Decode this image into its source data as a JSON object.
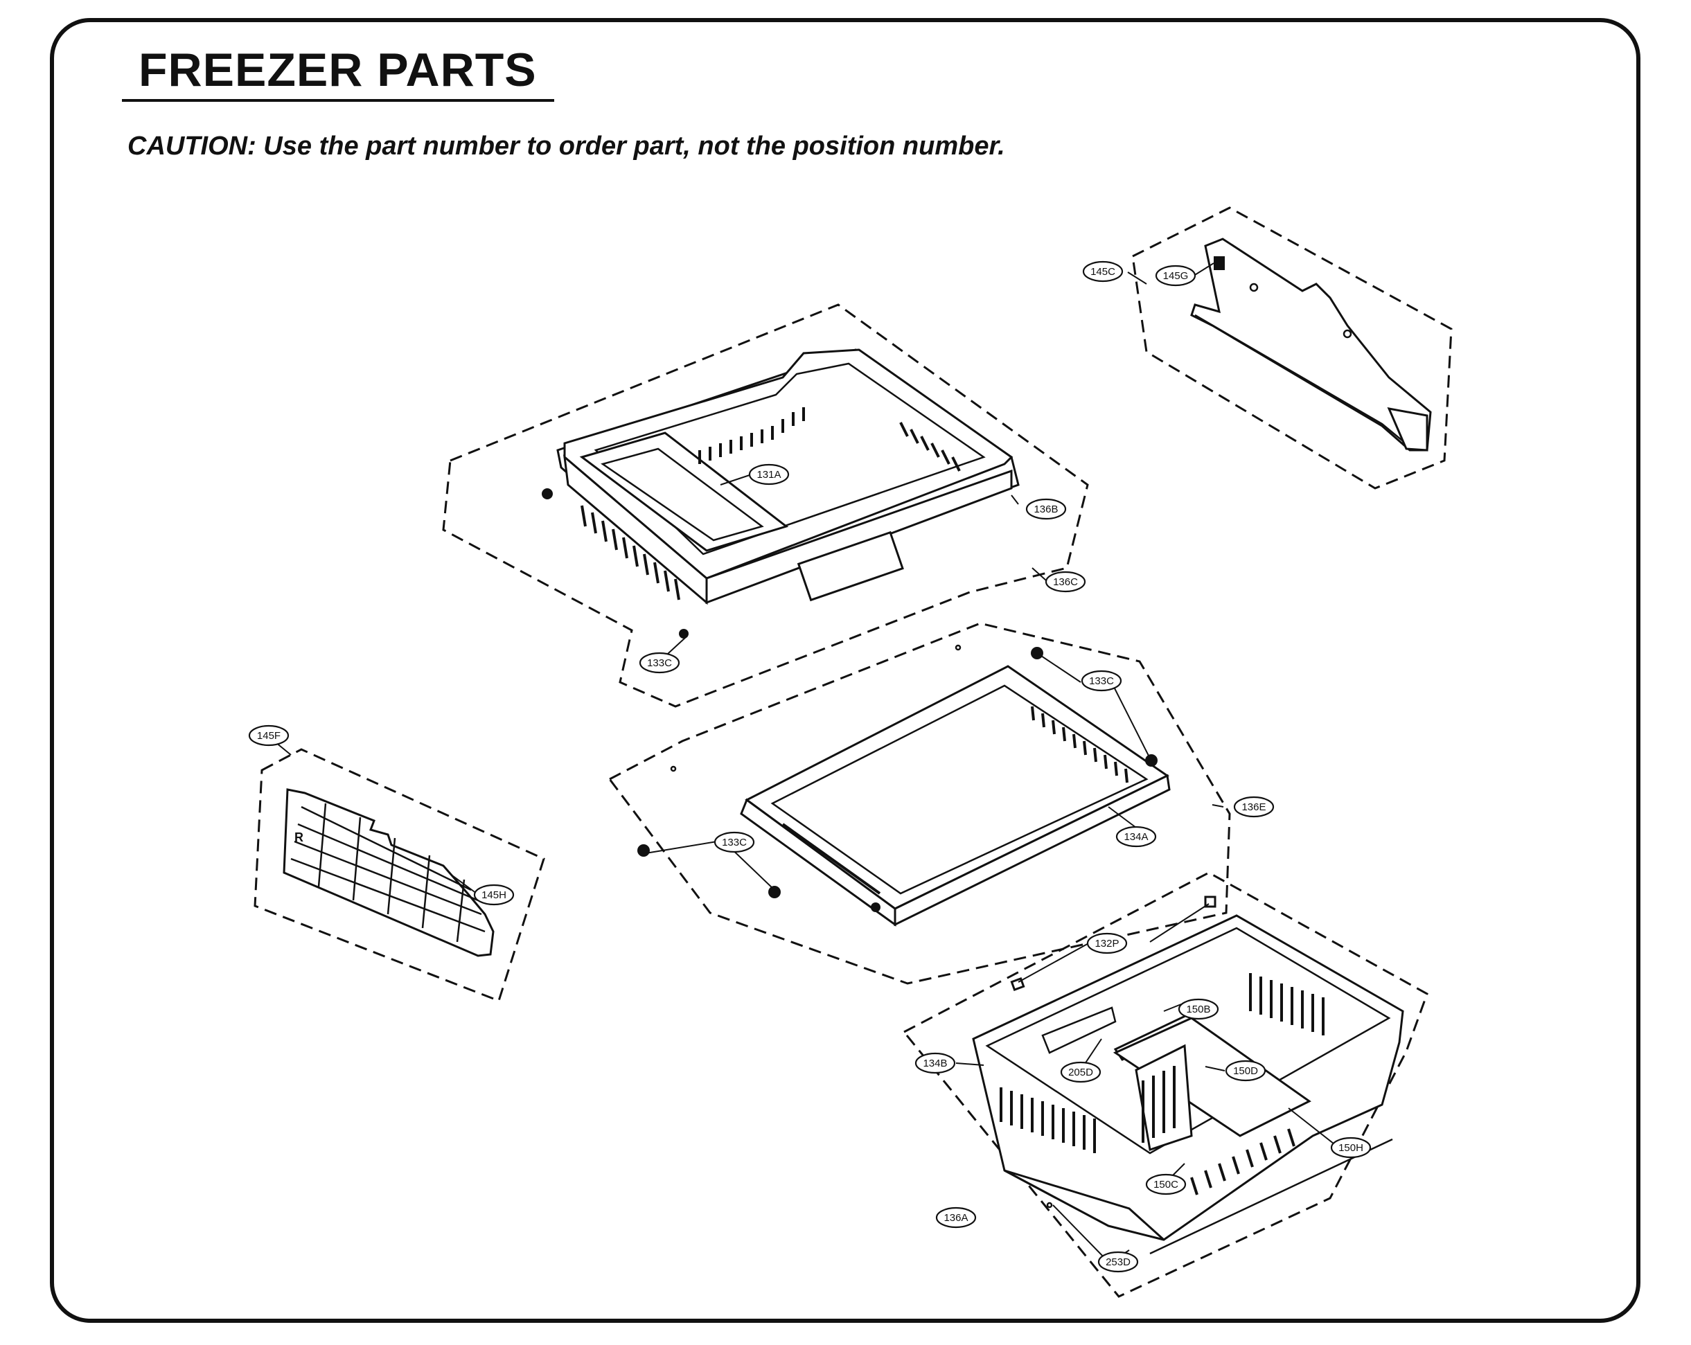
{
  "header": {
    "title": "FREEZER PARTS",
    "caution": "CAUTION: Use the part number to order part, not the position number."
  },
  "callouts": {
    "c145C": "145C",
    "c145G": "145G",
    "c131A": "131A",
    "c136B": "136B",
    "c136C": "136C",
    "c133C_top": "133C",
    "c133C_mid_right": "133C",
    "c133C_mid_left": "133C",
    "c145F": "145F",
    "c145H": "145H",
    "c136E": "136E",
    "c134A": "134A",
    "c132P": "132P",
    "c150B": "150B",
    "c134B": "134B",
    "c205D": "205D",
    "c150D": "150D",
    "c150H": "150H",
    "c150C": "150C",
    "c136A": "136A",
    "c253D": "253D"
  },
  "diagram_marks": {
    "side_panel_letter": "R"
  }
}
